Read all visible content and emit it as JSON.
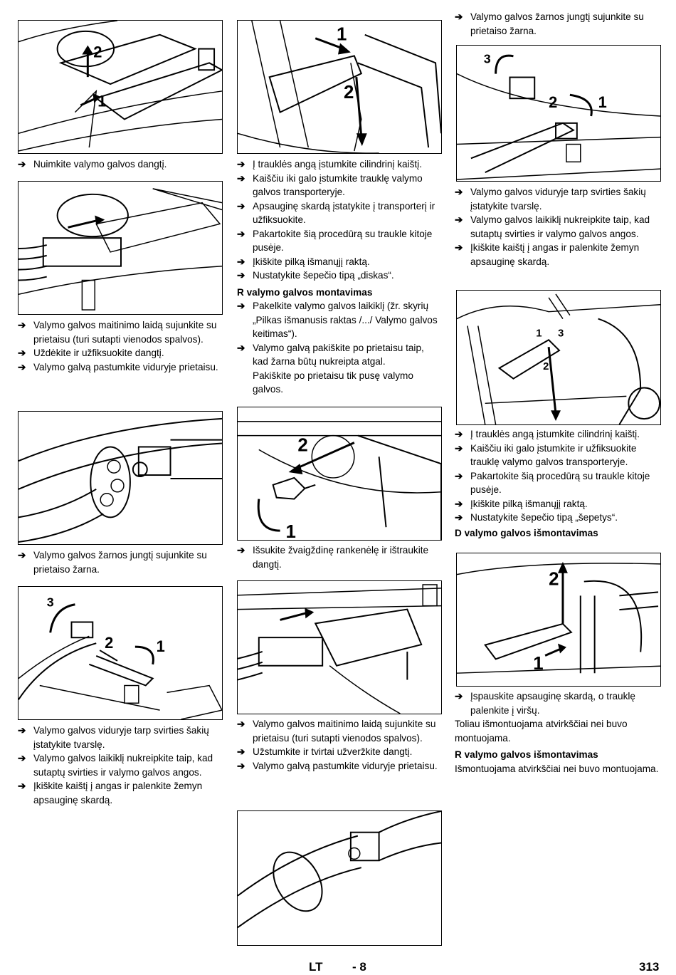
{
  "arrow": "➔",
  "col1": {
    "block1": [
      "Nuimkite valymo galvos dangtį."
    ],
    "block2": [
      "Valymo galvos maitinimo laidą sujunkite su prietaisu (turi sutapti vienodos spalvos).",
      "Uždėkite ir užfiksuokite dangtį.",
      "Valymo galvą pastumkite viduryje prietaisu."
    ],
    "block3": [
      "Valymo galvos žarnos jungtį sujunkite su prietaiso žarna."
    ],
    "block4": [
      "Valymo galvos viduryje tarp svirties šakių įstatykite tvarslę.",
      "Valymo galvos laikiklį nukreipkite taip, kad sutaptų svirties ir valymo galvos angos.",
      "Įkiškite kaištį į angas ir palenkite žemyn apsauginę skardą."
    ]
  },
  "col2": {
    "block1": [
      "Į trauklės angą įstumkite cilindrinį kaištį.",
      "Kaiščiu iki galo įstumkite trauklę valymo galvos transporteryje.",
      "Apsauginę skardą įstatykite į transporterį ir užfiksuokite.",
      "Pakartokite šią procedūrą su traukle kitoje pusėje.",
      "Įkiškite pilką išmanųjį raktą.",
      "Nustatykite šepečio tipą „diskas“."
    ],
    "heading1": "R valymo galvos montavimas",
    "block2": [
      "Pakelkite valymo galvos laikiklį (žr. skyrių „Pilkas išmanusis raktas /.../ Valymo galvos keitimas“).",
      "Valymo galvą pakiškite po prietaisu taip, kad žarna būtų nukreipta atgal."
    ],
    "block2_note": "Pakiškite po prietaisu tik pusę valymo galvos.",
    "block3": [
      "Išsukite žvaigždinę rankenėlę ir ištraukite dangtį."
    ],
    "block4": [
      "Valymo galvos maitinimo laidą sujunkite su prietaisu (turi sutapti vienodos spalvos).",
      "Užstumkite ir tvirtai užveržkite dangtį.",
      "Valymo galvą pastumkite viduryje prietaisu."
    ]
  },
  "col3": {
    "block1": [
      "Valymo galvos žarnos jungtį sujunkite su prietaiso žarna."
    ],
    "block2": [
      "Valymo galvos viduryje tarp svirties šakių įstatykite tvarslę.",
      "Valymo galvos laikiklį nukreipkite taip, kad sutaptų svirties ir valymo galvos angos.",
      "Įkiškite kaištį į angas ir palenkite žemyn apsauginę skardą."
    ],
    "block3": [
      "Į trauklės angą įstumkite cilindrinį kaištį.",
      "Kaiščiu iki galo įstumkite ir užfiksuokite trauklę valymo galvos transporteryje.",
      "Pakartokite šią procedūrą su traukle kitoje pusėje.",
      "Įkiškite pilką išmanųjį raktą.",
      "Nustatykite šepečio tipą „šepetys“."
    ],
    "heading1": "D valymo galvos išmontavimas",
    "block4": [
      "Įspauskite apsauginę skardą, o trauklę palenkite į viršų."
    ],
    "para1": "Toliau išmontuojama atvirkščiai nei buvo montuojama.",
    "heading2": "R valymo galvos išmontavimas",
    "para2": "Išmontuojama atvirkščiai nei buvo montuojama."
  },
  "figures": {
    "f1_callouts": [
      "2",
      "1"
    ],
    "f4_callouts": [
      "3",
      "2",
      "1"
    ],
    "f5_callouts": [
      "1",
      "2"
    ],
    "f6_callouts": [
      "2",
      "1"
    ],
    "f8_callouts": [
      "3",
      "2",
      "1"
    ],
    "f9_callouts": [
      "1",
      "3",
      "2"
    ],
    "f10_callouts": [
      "2",
      "1"
    ]
  },
  "footer": {
    "lang": "LT",
    "page_sub": "- 8",
    "page_num": "313"
  }
}
